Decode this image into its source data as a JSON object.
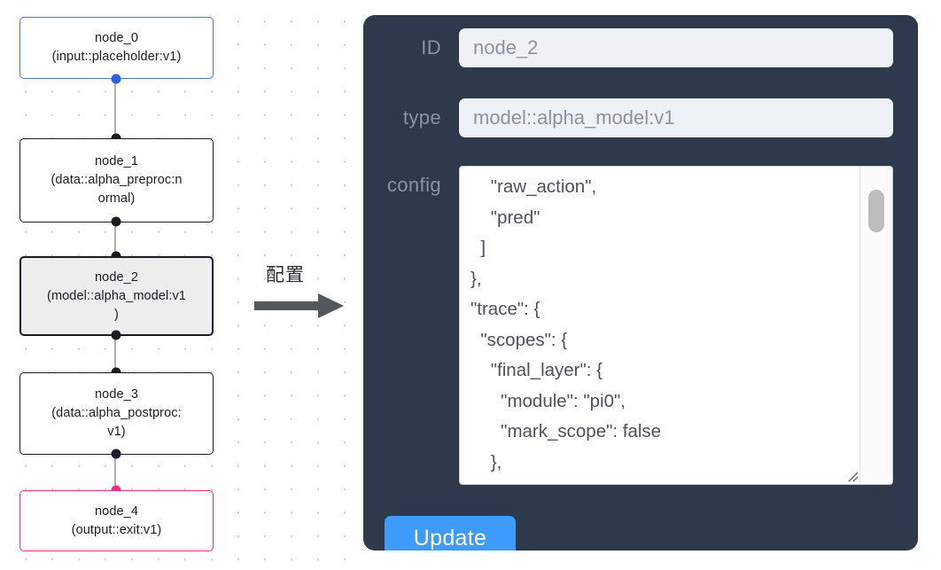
{
  "graph": {
    "nodes": [
      {
        "id": "node_0",
        "label": "node_0\n(input::placeholder:v1)",
        "kind": "input",
        "selected": false
      },
      {
        "id": "node_1",
        "label": "node_1\n(data::alpha_preproc:n\normal)",
        "kind": "default",
        "selected": false
      },
      {
        "id": "node_2",
        "label": "node_2\n(model::alpha_model:v1\n)",
        "kind": "default",
        "selected": true
      },
      {
        "id": "node_3",
        "label": "node_3\n(data::alpha_postproc:\nv1)",
        "kind": "default",
        "selected": false
      },
      {
        "id": "node_4",
        "label": "node_4\n(output::exit:v1)",
        "kind": "output",
        "selected": false
      }
    ],
    "colors": {
      "input_border": "#4a78c8",
      "output_border": "#ef2f87",
      "default_border": "#1b1b25",
      "selected_fill": "#eceded",
      "edge": "#b1b1b7",
      "port": "#1b1b25",
      "port_input": "#2563d9",
      "port_output": "#ef2f87"
    }
  },
  "transition": {
    "caption": "配置",
    "arrow_icon": "right-arrow-icon"
  },
  "panel": {
    "background_color": "#2f394c",
    "fields": [
      {
        "key": "id",
        "label": "ID",
        "value": "node_2"
      },
      {
        "key": "type",
        "label": "type",
        "value": "model::alpha_model:v1"
      },
      {
        "key": "config",
        "label": "config",
        "value": ""
      }
    ],
    "id": {
      "label": "ID",
      "value": "node_2",
      "placeholder": "node_2"
    },
    "type": {
      "label": "type",
      "value": "model::alpha_model:v1",
      "placeholder": "model::alpha_model:v1"
    },
    "config": {
      "label": "config",
      "value": "    \"raw_action\",\n    \"pred\"\n  ]\n},\n\"trace\": {\n  \"scopes\": {\n    \"final_layer\": {\n      \"module\": \"pi0\",\n      \"mark_scope\": false\n    },\n    \"action_model\": {",
      "scrollbar": {
        "name": "vertical-scrollbar",
        "thumb_position": "top"
      },
      "resize_handle": "resize-grip-icon"
    },
    "update_button": {
      "label": "Update",
      "color": "#3d9bfb"
    }
  }
}
